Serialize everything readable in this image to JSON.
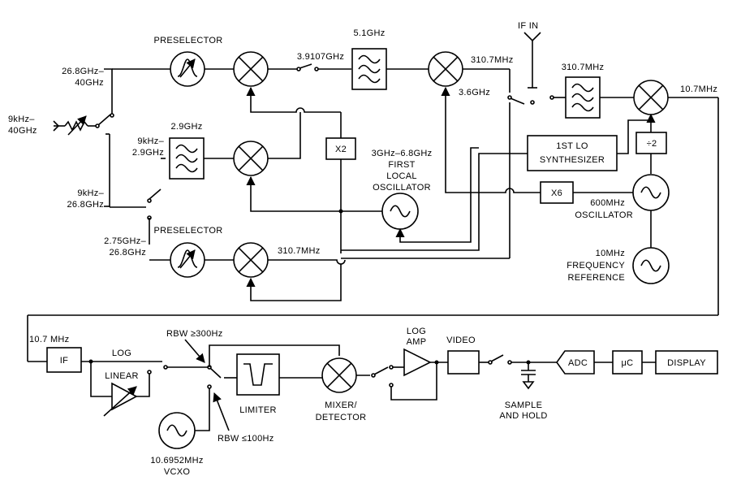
{
  "labels": {
    "in_range": [
      "9kHz–",
      "40GHz"
    ],
    "band1_range": [
      "26.8GHz–",
      "40GHz"
    ],
    "band2_range": [
      "9kHz–",
      "2.9GHz"
    ],
    "band3_range": [
      "9kHz–",
      "26.8GHz"
    ],
    "band4_range": [
      "2.75GHz–",
      "26.8GHz"
    ],
    "preselector_top": "PRESELECTOR",
    "preselector_bottom": "PRESELECTOR",
    "lpf_29": "2.9GHz",
    "freq_39107": "3.9107GHz",
    "bpf_51": "5.1GHz",
    "freq_3107_a": "310.7MHz",
    "freq_36": "3.6GHz",
    "if_in": "IF IN",
    "bpf_3107": "310.7MHz",
    "freq_107_top": "10.7MHz",
    "x2": "X2",
    "x6": "X6",
    "first_lo_range": "3GHz–6.8GHz",
    "first_lo": [
      "FIRST",
      "LOCAL",
      "OSCILLATOR"
    ],
    "synth": [
      "1ST LO",
      "SYNTHESIZER"
    ],
    "div2": "÷2",
    "osc600": [
      "600MHz",
      "OSCILLATOR"
    ],
    "ref10": [
      "10MHz",
      "FREQUENCY",
      "REFERENCE"
    ],
    "freq_3107_b": "310.7MHz",
    "if_freq": "10.7 MHz",
    "if_block": "IF",
    "log": "LOG",
    "linear": "LINEAR",
    "rbw_high": "RBW ≥300Hz",
    "rbw_low": "RBW ≤100Hz",
    "limiter": "LIMITER",
    "mixer_detector": [
      "MIXER/",
      "DETECTOR"
    ],
    "log_amp": [
      "LOG",
      "AMP"
    ],
    "video": "VIDEO",
    "sample_hold": [
      "SAMPLE",
      "AND HOLD"
    ],
    "adc": "ADC",
    "uc": "μC",
    "display": "DISPLAY",
    "vcxo": [
      "10.6952MHz",
      "VCXO"
    ]
  },
  "colors": {
    "line": "#000000",
    "background": "#ffffff"
  },
  "icons": [
    "mixer-icon",
    "oscillator-icon",
    "bandpass-filter-icon",
    "lowpass-filter-icon",
    "switch-icon",
    "antenna-icon",
    "attenuator-icon",
    "amplifier-icon",
    "ground-icon"
  ]
}
